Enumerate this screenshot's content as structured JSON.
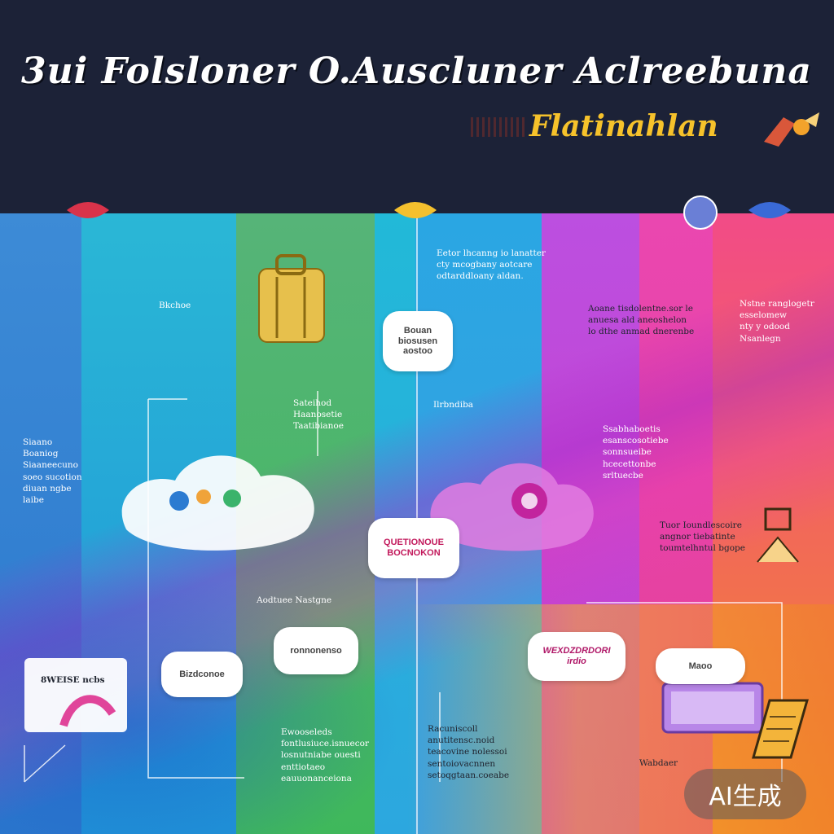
{
  "header": {
    "title": "3ui Folsloner O.Auscluner Aclreebuna",
    "subtitle": "Flatinahlan"
  },
  "colors": {
    "background": "#1c2237",
    "accent": "#f6c22b",
    "stripes": [
      "#2c86d8",
      "#20a6cf",
      "#47b86a",
      "#23b4d8",
      "#2fa4e0",
      "#b53ad6",
      "#ef3b9c",
      "#f0832a"
    ]
  },
  "text_blocks": {
    "tb1": "Eetor lhcanng io lanatter\ncty mcogbany aotcare\nodtarddloany aldan.",
    "tb2": "Aoane tisdolentne.sor le\nanuesa ald aneoshelon\nlo dthe anmad dnerenbe",
    "tb3": "Nstne ranglogetr\nesselomew\nnty y odood\nNsanlegn",
    "tb4": "Siaano\nBoaniog\nSiaaneecuno\nsoeo sucotion\ndiuan ngbe\nlaibe",
    "tb5": "Sateihod\nHaanosetie\nTaatibianoe",
    "tb6": "Ssabhaboetis\nesanscosotiebe\nsonnsueibe\nhcecettonbe\nsrltuecbe",
    "tb7": "Tuor Ioundlescoire\nangnor tiebatinte\ntoumtelhntul bgope",
    "tb8": "Ewooseleds\nfontlusiuce.isnuecor\nlosnutniabe ouesti\nenttiotaeo\neauuonanceiona",
    "tb9": "Racuniscoll\nanutitensc.noid\nteacovine nolessoi\nsentoiovacnnen\nsetoqgtaan.coeabe"
  },
  "bubbles": {
    "b1": "Bouan\nbiosusen\naostoo",
    "b2": "QUETIONOUE\nBOCNOKON",
    "b3": "WEXDZDRDORI\nirdio",
    "b4": "Bizdconoe",
    "b5": "ronnonenso",
    "b6": "Maoo"
  },
  "labels": {
    "l1": "Bkchoe",
    "l2": "Ilrbndiba",
    "l3": "Aodtuee Nastgne",
    "l4": "8WEISE ncbs",
    "l5": "Wabdaer"
  },
  "watermark": "AI生成"
}
